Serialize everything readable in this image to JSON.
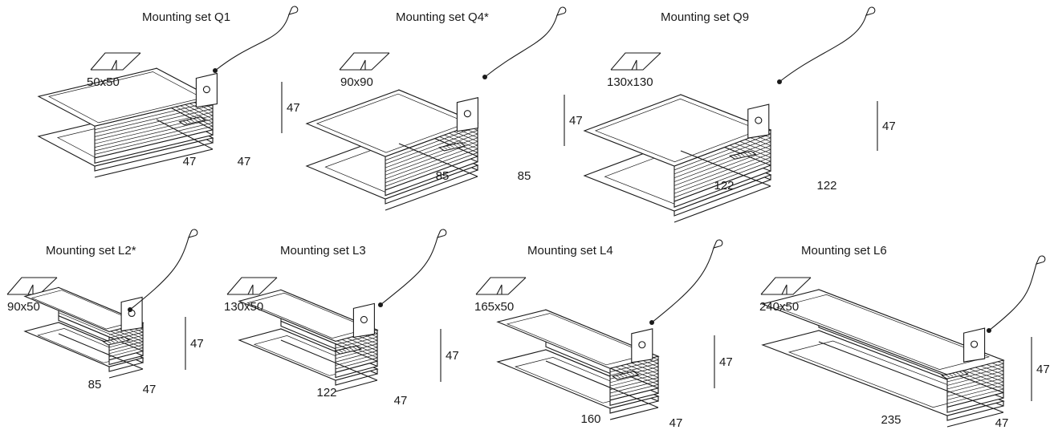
{
  "sets": [
    {
      "title": "Mounting set Q1",
      "cutout": "50x50",
      "height": "47",
      "dim_a": "47",
      "dim_b": "47"
    },
    {
      "title": "Mounting set Q4*",
      "cutout": "90x90",
      "height": "47",
      "dim_a": "85",
      "dim_b": "85"
    },
    {
      "title": "Mounting set Q9",
      "cutout": "130x130",
      "height": "47",
      "dim_a": "122",
      "dim_b": "122"
    },
    {
      "title": "Mounting set L2*",
      "cutout": "90x50",
      "height": "47",
      "dim_a": "85",
      "dim_b": "47"
    },
    {
      "title": "Mounting set L3",
      "cutout": "130x50",
      "height": "47",
      "dim_a": "122",
      "dim_b": "47"
    },
    {
      "title": "Mounting set L4",
      "cutout": "165x50",
      "height": "47",
      "dim_a": "160",
      "dim_b": "47"
    },
    {
      "title": "Mounting set L6",
      "cutout": "240x50",
      "height": "47",
      "dim_a": "235",
      "dim_b": "47"
    }
  ],
  "icons": {
    "cutout": "ceiling-cutout-icon",
    "wire": "suspension-wire-icon",
    "housing": "mounting-housing-icon"
  }
}
